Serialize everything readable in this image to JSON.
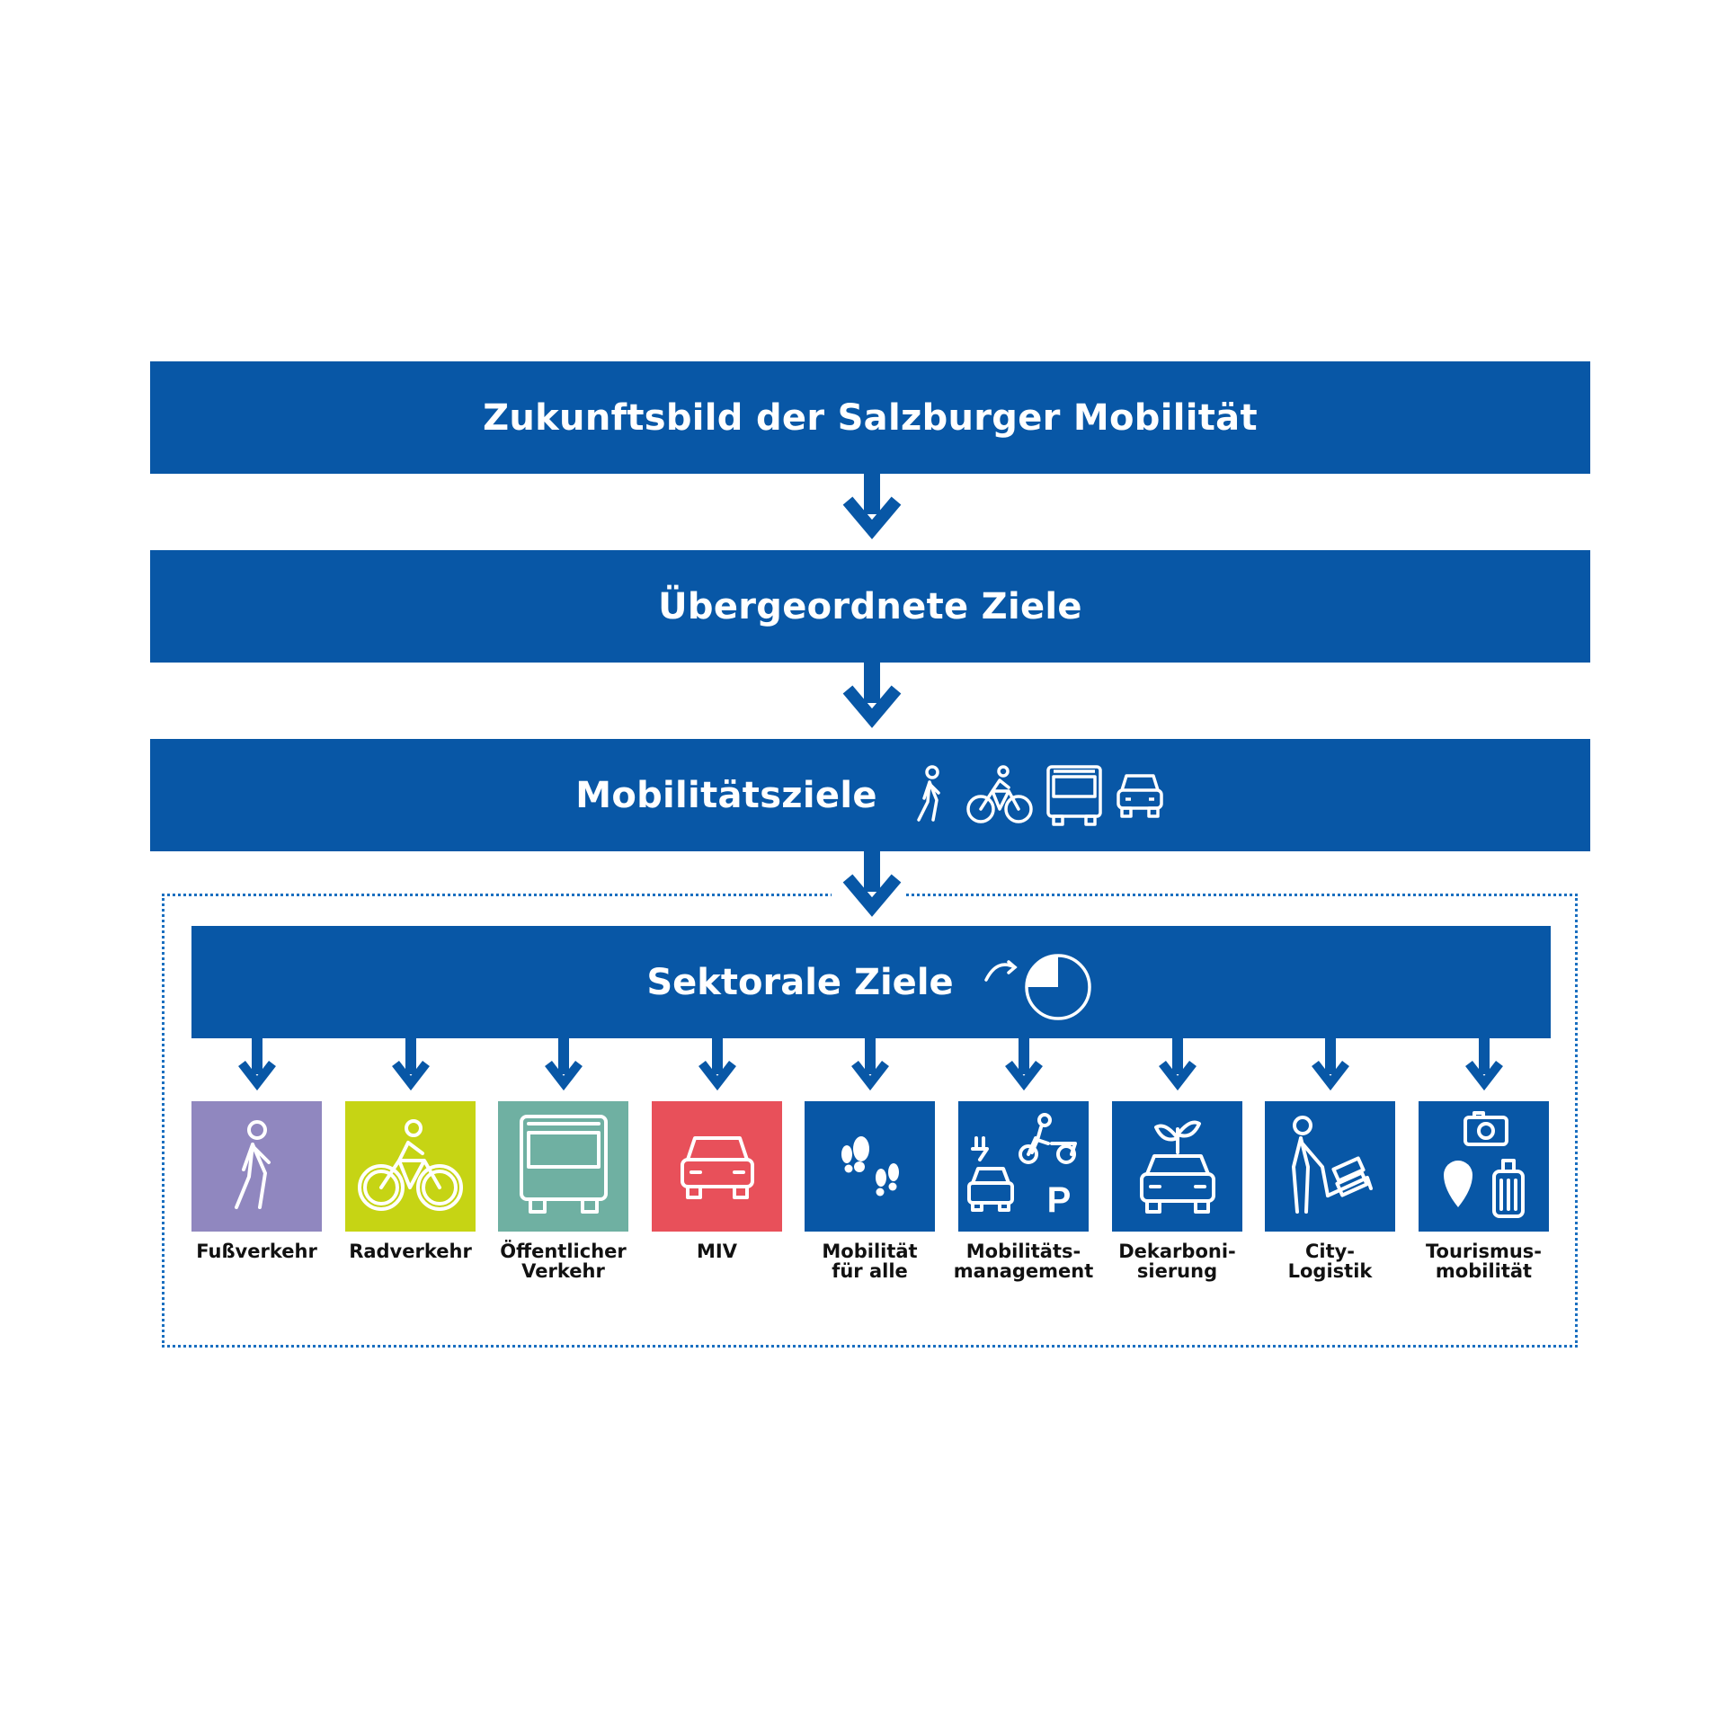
{
  "levels": {
    "vision": "Zukunftsbild der Salzburger Mobilität",
    "overarching": "Übergeordnete Ziele",
    "mobility": "Mobilitätsziele",
    "sectoral": "Sektorale Ziele"
  },
  "mobility_icons": [
    "pedestrian-icon",
    "bicycle-icon",
    "bus-icon",
    "car-icon"
  ],
  "sectoral_icon": "pie-clock-icon",
  "colors": {
    "primary_blue": "#0857a6",
    "footpath_purple": "#9087bf",
    "cycle_green": "#c6d414",
    "transit_teal": "#6fb0a2",
    "miv_red": "#e8505a"
  },
  "sectors": [
    {
      "label": "Fußverkehr",
      "icon": "pedestrian-icon",
      "color": "#9087bf"
    },
    {
      "label": "Radverkehr",
      "icon": "bicycle-icon",
      "color": "#c6d414"
    },
    {
      "label": "Öffentlicher\nVerkehr",
      "icon": "bus-icon",
      "color": "#6fb0a2"
    },
    {
      "label": "MIV",
      "icon": "car-icon",
      "color": "#e8505a"
    },
    {
      "label": "Mobilität\nfür alle",
      "icon": "footprints-icon",
      "color": "#0857a6"
    },
    {
      "label": "Mobilitäts-\nmanagement",
      "icon": "mobility-management-icon",
      "color": "#0857a6"
    },
    {
      "label": "Dekarboni-\nsierung",
      "icon": "car-sprout-icon",
      "color": "#0857a6"
    },
    {
      "label": "City-\nLogistik",
      "icon": "hand-truck-icon",
      "color": "#0857a6"
    },
    {
      "label": "Tourismus-\nmobilität",
      "icon": "tourism-icon",
      "color": "#0857a6"
    }
  ]
}
